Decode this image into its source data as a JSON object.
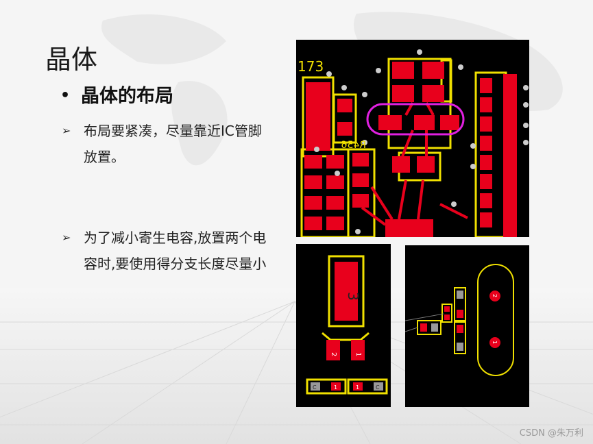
{
  "slide": {
    "title": "晶体",
    "bullet": "晶体的布局",
    "points": [
      "布局要紧凑，尽量靠近IC管脚放置。",
      "为了减小寄生电容,放置两个电容时,要使用得分支长度尽量小"
    ]
  },
  "pcb_top": {
    "ref_label": "173",
    "mirrored_label": "R456",
    "highlight_color": "#e020e0"
  },
  "pcb_bottom_left": {
    "crystal_pad_label": "3",
    "pad_labels": [
      "2",
      "1"
    ],
    "cap_labels": [
      "C",
      "1",
      "1",
      "C"
    ]
  },
  "pcb_bottom_right": {
    "pad_labels": [
      "2",
      "1"
    ]
  },
  "watermark": "CSDN @朱万利",
  "colors": {
    "copper": "#e8001c",
    "silkscreen": "#f0e000",
    "board": "#000000"
  }
}
